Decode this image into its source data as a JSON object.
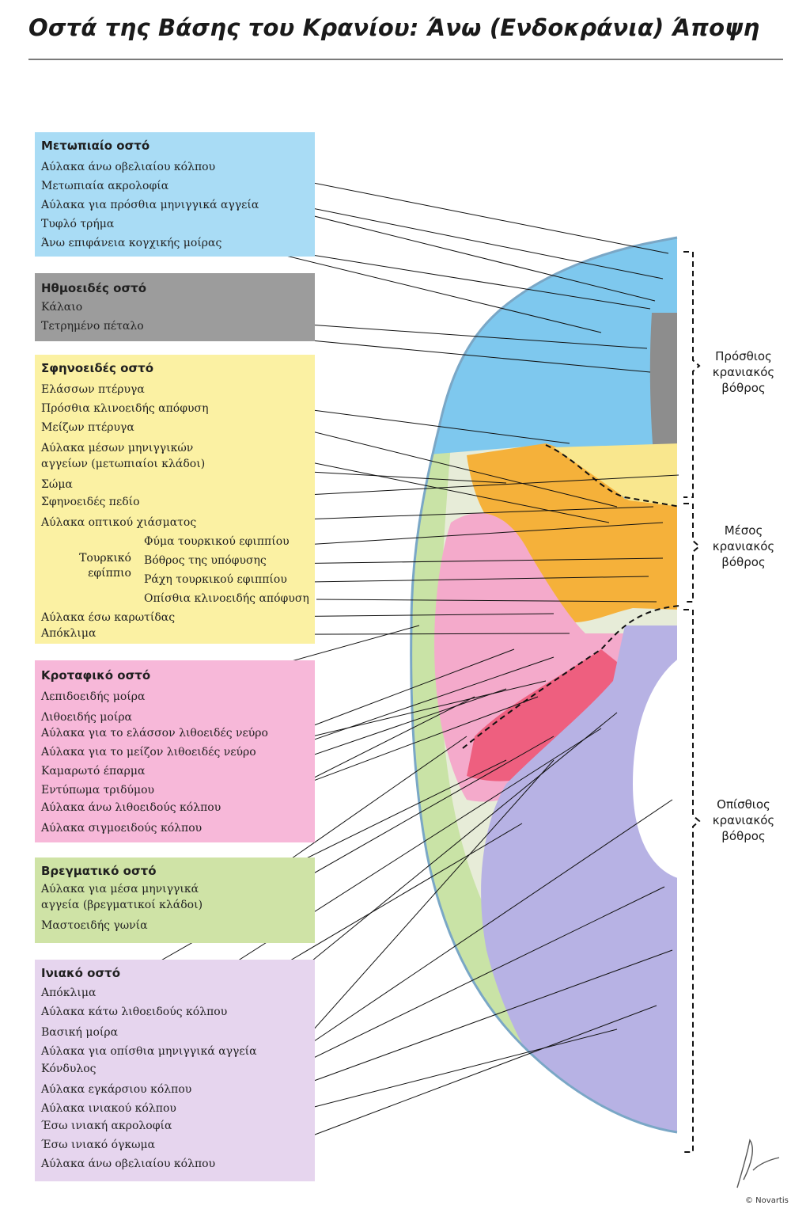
{
  "title": "Οστά της Βάσης του Κρανίου: Άνω (Ενδοκράνια) Άποψη",
  "colors": {
    "frontal": "#a9dcf5",
    "ethmoid": "#9a9a9a",
    "sphenoid": "#fbf1a3",
    "temporal": "#f7b8d9",
    "parietal": "#cfe3a6",
    "occipital": "#e6d5ee"
  },
  "groups": {
    "frontal": {
      "heading": "Μετωπιαίο οστό",
      "labels": [
        "Αύλακα άνω οβελιαίου κόλπου",
        "Μετωπιαία ακρολοφία",
        "Αύλακα για πρόσθια μηνιγγικά αγγεία",
        "Τυφλό τρήμα",
        "Άνω επιφάνεια κογχικής μοίρας"
      ]
    },
    "ethmoid": {
      "heading": "Ηθμοειδές οστό",
      "labels": [
        "Κάλαιο",
        "Τετρημένο πέταλο"
      ]
    },
    "sphenoid": {
      "heading": "Σφηνοειδές οστό",
      "labels": [
        "Ελάσσων πτέρυγα",
        "Πρόσθια κλινοειδής απόφυση",
        "Μείζων πτέρυγα",
        "Αύλακα μέσων μηνιγγικών",
        "αγγείων (μετωπιαίοι κλάδοι)",
        "Σώμα",
        "Σφηνοειδές πεδίο",
        "Αύλακα οπτικού χιάσματος"
      ],
      "sella_label_1": "Τουρκικό",
      "sella_label_2": "εφίππιο",
      "sella_items": [
        "Φύμα τουρκικού εφιππίου",
        "Βόθρος της υπόφυσης",
        "Ράχη τουρκικού εφιππίου",
        "Οπίσθια κλινοειδής απόφυση"
      ],
      "labels_after": [
        "Αύλακα έσω καρωτίδας",
        "Απόκλιμα"
      ]
    },
    "temporal": {
      "heading": "Κροταφικό οστό",
      "labels": [
        "Λεπιδοειδής μοίρα",
        "Λιθοειδής μοίρα",
        "Αύλακα για το ελάσσον λιθοειδές νεύρο",
        "Αύλακα για το μείζον λιθοειδές νεύρο",
        "Καμαρωτό έπαρμα",
        "Εντύπωμα τριδύμου",
        "Αύλακα άνω λιθοειδούς κόλπου",
        "Αύλακα σιγμοειδούς κόλπου"
      ]
    },
    "parietal": {
      "heading": "Βρεγματικό οστό",
      "labels": [
        "Αύλακα για μέσα μηνιγγικά",
        "αγγεία (βρεγματικοί κλάδοι)",
        "Μαστοειδής γωνία"
      ]
    },
    "occipital": {
      "heading": "Ινιακό οστό",
      "labels": [
        "Απόκλιμα",
        "Αύλακα κάτω λιθοειδούς κόλπου",
        "Βασική μοίρα",
        "Αύλακα για οπίσθια μηνιγγικά αγγεία",
        "Κόνδυλος",
        "Αύλακα εγκάρσιου κόλπου",
        "Αύλακα ινιακού κόλπου",
        "Έσω ινιακή ακρολοφία",
        "Έσω ινιακό όγκωμα",
        "Αύλακα άνω οβελιαίου κόλπου"
      ]
    }
  },
  "fossae": {
    "anterior": [
      "Πρόσθιος",
      "κρανιακός",
      "βόθρος"
    ],
    "middle": [
      "Μέσος",
      "κρανιακός",
      "βόθρος"
    ],
    "posterior": [
      "Οπίσθιος",
      "κρανιακός",
      "βόθρος"
    ]
  },
  "signature": "F. Netter M.D.",
  "copyright": "© Novartis"
}
